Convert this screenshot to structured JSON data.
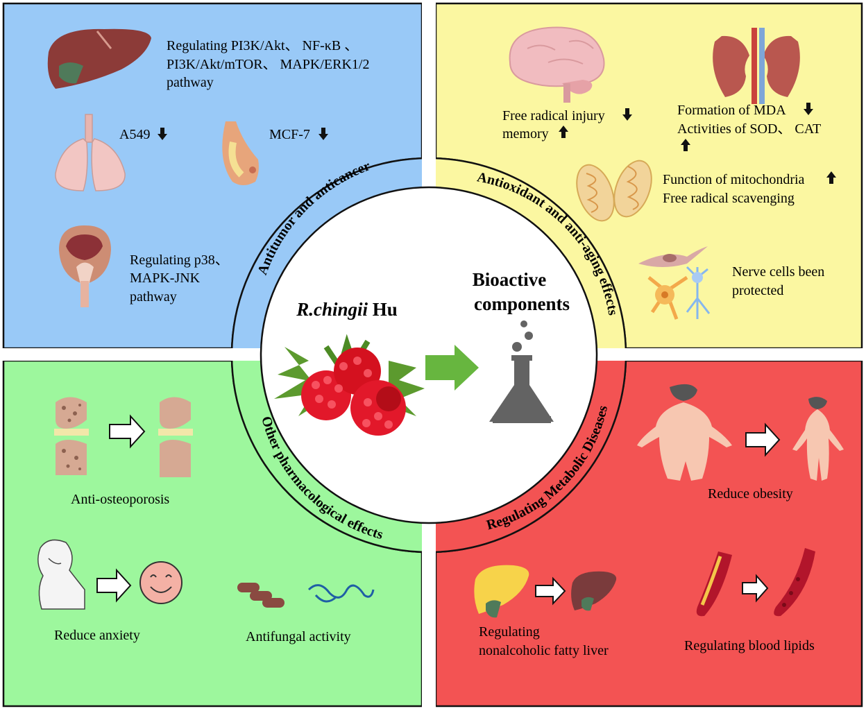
{
  "colors": {
    "blue": "#99c9f7",
    "yellow": "#fbf7a1",
    "green": "#9df79d",
    "red": "#f35353",
    "arrow_green": "#67b63f",
    "flask": "#636363",
    "raspberry": "#e2182a"
  },
  "center": {
    "plant_name_italic": "R.chingii",
    "plant_name_rest": " Hu",
    "bioactive_line1": "Bioactive",
    "bioactive_line2": "components"
  },
  "ring_labels": {
    "top_left": "Antitumor and anticancer",
    "top_right": "Antioxidant and anti-aging effects",
    "bottom_left": "Other pharmacological effects",
    "bottom_right": "Regulating Metabolic Diseases"
  },
  "antitumor": {
    "liver_line1": "Regulating PI3K/Akt、 NF-κB 、",
    "liver_line2": "PI3K/Akt/mTOR、 MAPK/ERK1/2",
    "liver_line3": "pathway",
    "lung": "A549",
    "breast": "MCF-7",
    "prostate_line1": "Regulating p38、",
    "prostate_line2": "MAPK-JNK",
    "prostate_line3": "pathway"
  },
  "antioxidant": {
    "brain_line1": "Free radical injury",
    "brain_line2": "memory",
    "kidney_line1": "Formation of MDA",
    "kidney_line2": "Activities of SOD、 CAT",
    "mito_line1": "Function of mitochondria",
    "mito_line2": "Free radical scavenging",
    "nerve_line1": "Nerve cells been",
    "nerve_line2": "protected"
  },
  "other": {
    "bone": "Anti-osteoporosis",
    "anxiety": "Reduce anxiety",
    "fungal": "Antifungal activity"
  },
  "metabolic": {
    "obesity": "Reduce obesity",
    "liver_line1": "Regulating",
    "liver_line2": "nonalcoholic fatty liver",
    "lipids": "Regulating blood lipids"
  }
}
